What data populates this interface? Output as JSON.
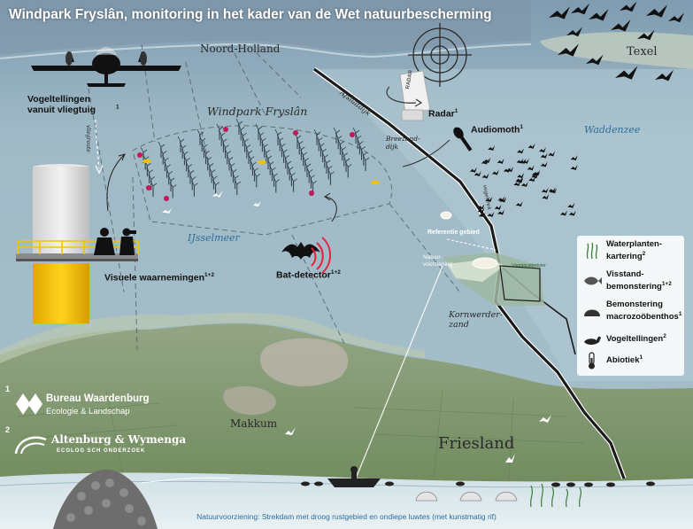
{
  "title": "Windpark Fryslân, monitoring in het kader van de Wet natuurbescherming",
  "places": {
    "noord_holland": "Noord-Holland",
    "texel": "Texel",
    "windpark": "Windpark Fryslân",
    "ijsselmeer": "IJsselmeer",
    "waddenzee": "Waddenzee",
    "afsluitdijk": "Afsluitdijk",
    "breezanddijk": "Breezand-dijk",
    "kornwerderzand": "Kornwerder-zand",
    "makkum": "Makkum",
    "friesland": "Friesland",
    "referentie_gebied": "Referentie gebied",
    "natuurvoorziening": "Natuur-voorziening",
    "vismigratierivier": "Vismigratierivier",
    "vliegroute": "vliegroute",
    "vogeltrek": "vogeltrek"
  },
  "methods": {
    "vogeltellingen_vliegtuig": "Vogeltellingen vanuit vliegtuig",
    "vogeltellingen_vliegtuig_ref": "1",
    "radar": "Radar",
    "radar_ref": "1",
    "radar_device_text": "RADAR",
    "audiomoth": "Audiomoth",
    "audiomoth_ref": "1",
    "bat_detector": "Bat-detector",
    "bat_detector_ref": "1+2",
    "visuele": "Visuele waarnemingen",
    "visuele_ref": "1+2"
  },
  "legend": [
    {
      "icon": "plant-icon",
      "label": "Waterplanten-\nkartering",
      "ref": "2"
    },
    {
      "icon": "fish-icon",
      "label": "Visstand-\nbemonstering",
      "ref": "1+2"
    },
    {
      "icon": "shell-icon",
      "label": "Bemonstering\nmacrozoöbenthos",
      "ref": "1"
    },
    {
      "icon": "duck-icon",
      "label": "Vogeltellingen",
      "ref": "2"
    },
    {
      "icon": "thermometer-icon",
      "label": "Abiotiek",
      "ref": "1"
    }
  ],
  "logos": {
    "num1": "1",
    "num2": "2",
    "bureau_line1": "Bureau Waardenburg",
    "bureau_line2": "Ecologie & Landschap",
    "altenburg_line1": "Altenburg & Wymenga",
    "altenburg_line2": "ECOLOG SCH ONDERZOEK"
  },
  "footer": "Natuurvoorziening: Strekdam met droog rustgebied en ondiepe luwtes (met kunstmatig rif)",
  "colors": {
    "water": "#a9c4cf",
    "land": "#8fa27a",
    "dike": "#1a1a1a",
    "turbine_marker": "#c2185b",
    "buoy": "#f2c200",
    "bat_signal": "#e8203c",
    "accent_text": "#2b6ea0"
  }
}
